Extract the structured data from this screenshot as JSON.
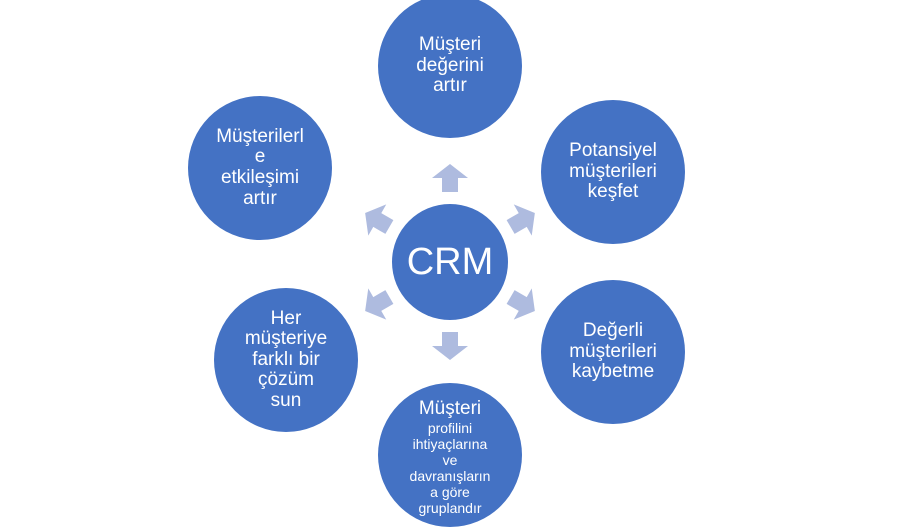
{
  "diagram": {
    "center": {
      "label": "CRM"
    },
    "nodes": [
      {
        "id": "top",
        "lines": [
          "Müşteri",
          "değerini",
          "artır"
        ]
      },
      {
        "id": "upper-right",
        "lines": [
          "Potansiyel",
          "müşterileri",
          "keşfet"
        ]
      },
      {
        "id": "lower-right",
        "lines": [
          "Değerli",
          "müşterileri",
          "kaybetme"
        ]
      },
      {
        "id": "bottom",
        "title": "Müşteri",
        "lines": [
          "profilini",
          "ihtiyaçlarına",
          "ve",
          "davranışların",
          "a göre",
          "gruplandır"
        ]
      },
      {
        "id": "lower-left",
        "lines": [
          "Her",
          "müşteriye",
          "farklı bir",
          "çözüm",
          "sun"
        ]
      },
      {
        "id": "upper-left",
        "lines": [
          "Müşterilerl",
          "e",
          "etkileşimi",
          "artır"
        ]
      }
    ],
    "colors": {
      "circle": "#4472c4",
      "arrow": "#aebbdf",
      "text": "#ffffff"
    }
  }
}
